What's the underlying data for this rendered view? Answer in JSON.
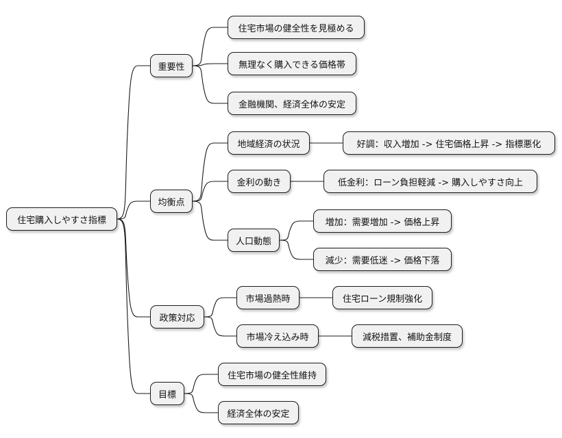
{
  "root": "住宅購入しやすさ指標",
  "importance": {
    "label": "重要性",
    "items": [
      "住宅市場の健全性を見極める",
      "無理なく購入できる価格帯",
      "金融機関、経済全体の安定"
    ]
  },
  "equilibrium": {
    "label": "均衡点",
    "regional": {
      "label": "地域経済の状況",
      "detail": "好調：収入増加 -> 住宅価格上昇 -> 指標悪化"
    },
    "interest": {
      "label": "金利の動き",
      "detail": "低金利：ローン負担軽減 -> 購入しやすさ向上"
    },
    "population": {
      "label": "人口動態",
      "details": [
        "増加：需要増加 -> 価格上昇",
        "減少：需要低迷 -> 価格下落"
      ]
    }
  },
  "policy": {
    "label": "政策対応",
    "overheat": {
      "label": "市場過熱時",
      "detail": "住宅ローン規制強化"
    },
    "cooling": {
      "label": "市場冷え込み時",
      "detail": "減税措置、補助金制度"
    }
  },
  "goal": {
    "label": "目標",
    "items": [
      "住宅市場の健全性維持",
      "経済全体の安定"
    ]
  }
}
